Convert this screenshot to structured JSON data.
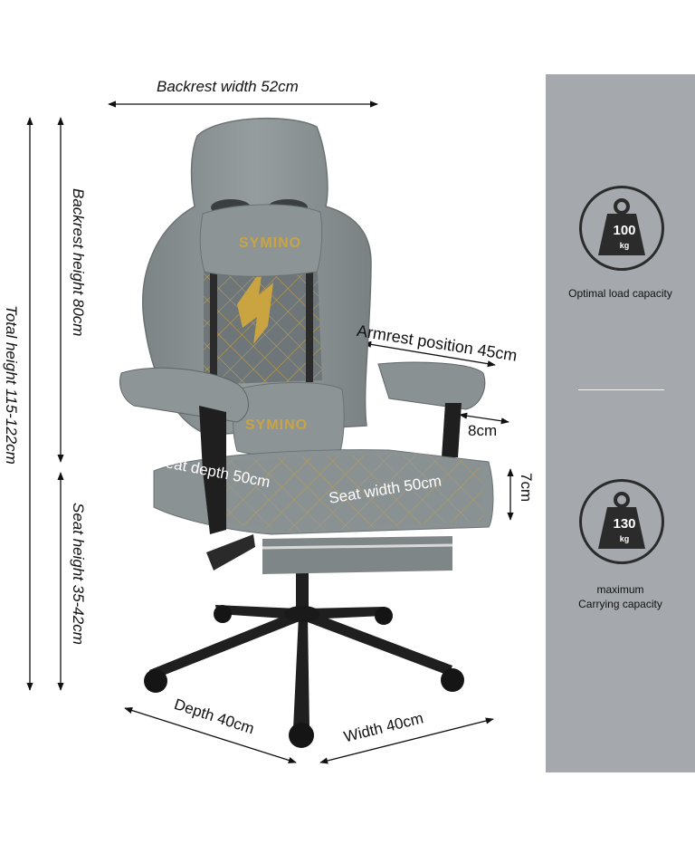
{
  "product": {
    "brand": "SYMINO"
  },
  "dimensions": {
    "backrest_width": "Backrest width 52cm",
    "backrest_height": "Backrest height 80cm",
    "total_height": "Total height 115-122cm",
    "seat_height": "Seat height 35-42cm",
    "armrest_position": "Armrest position 45cm",
    "armrest_height": "8cm",
    "seat_thickness": "7cm",
    "seat_depth": "Seat depth 50cm",
    "seat_width": "Seat width 50cm",
    "base_depth": "Depth 40cm",
    "base_width": "Width 40cm"
  },
  "capacities": [
    {
      "value": "100",
      "unit": "kg",
      "label": "Optimal load capacity",
      "icon": "weight-icon"
    },
    {
      "value": "130",
      "unit": "kg",
      "label": "maximum\nCarrying capacity",
      "icon": "weight-icon"
    }
  ],
  "colors": {
    "upholstery": "#8e9597",
    "accent_gold": "#c9a441",
    "sidebar": "#a5a9ad",
    "frame": "#1f1f1f"
  }
}
